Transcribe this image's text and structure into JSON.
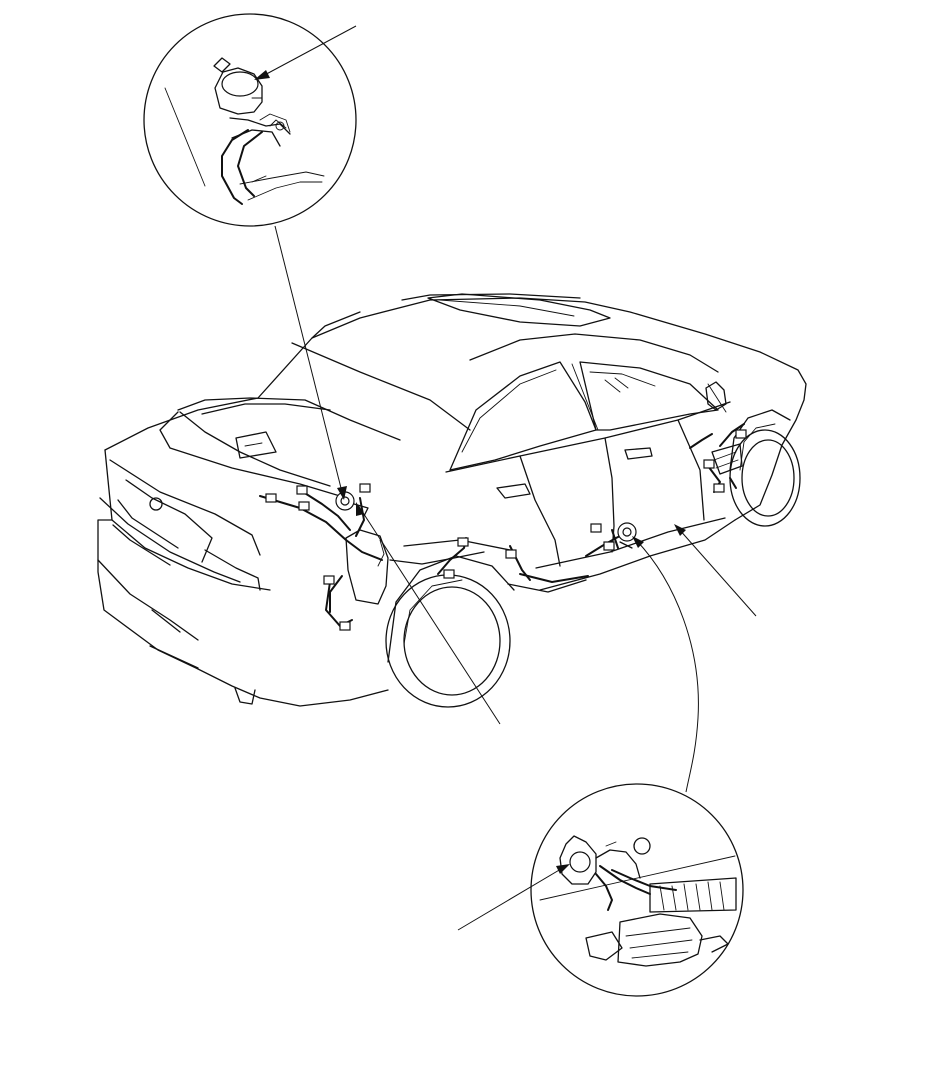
{
  "diagram": {
    "title": "",
    "colors": {
      "line": "#111111",
      "background": "#ffffff"
    },
    "callouts": [
      {
        "id": "rear-sensor-detail",
        "label": ""
      },
      {
        "id": "side-sensor-detail",
        "label": ""
      },
      {
        "id": "rear-sensor-leader",
        "label": ""
      },
      {
        "id": "side-sill-leader",
        "label": ""
      },
      {
        "id": "side-sensor-leader",
        "label": ""
      }
    ],
    "icons": [
      "sedan-outline-icon",
      "sensor-icon",
      "connector-icon",
      "harness-icon"
    ]
  }
}
